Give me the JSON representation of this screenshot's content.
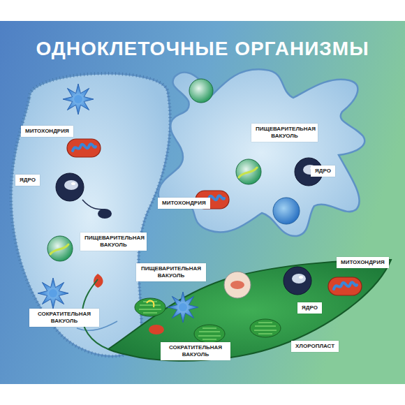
{
  "diagram": {
    "title": "ОДНОКЛЕТОЧНЫЕ ОРГАНИЗМЫ",
    "nodes": [
      {
        "text": [
          "МИТОХОНДРИЯ"
        ]
      },
      {
        "text": [
          "ЯДРО"
        ]
      },
      {
        "text": [
          "ПИЩЕВАРИТЕЛЬНАЯ ВАКУОЛЬ"
        ]
      },
      {
        "text": [
          "СОКРАТИТЕЛЬНАЯ ВАКУОЛЬ"
        ]
      },
      {
        "text": [
          "ПИЩЕВАРИТЕЛЬНАЯ ВАКУОЛЬ"
        ]
      },
      {
        "text": [
          "ЯДРО"
        ]
      },
      {
        "text": [
          "МИТОХОНДРИЯ"
        ]
      },
      {
        "text": [
          "ПИЩЕВАРИТЕЛЬНАЯ ВАКУОЛЬ"
        ]
      },
      {
        "text": [
          "МИТОХОНДРИЯ"
        ]
      },
      {
        "text": [
          "ЯДРО"
        ]
      },
      {
        "text": [
          "СОКРАТИТЕЛЬНАЯ ВАКУОЛЬ"
        ]
      },
      {
        "text": [
          "ХЛОРОПЛАСТ"
        ]
      }
    ]
  }
}
